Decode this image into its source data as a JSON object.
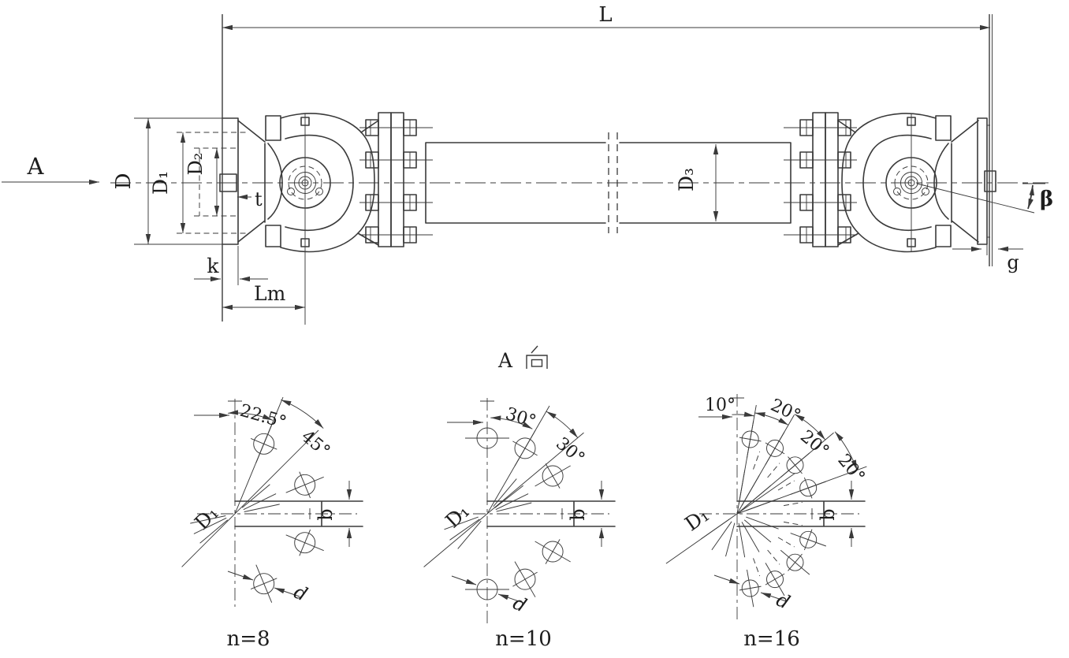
{
  "colors": {
    "ink": "#3a3a3a",
    "text": "#1d1d1d",
    "background": "#ffffff"
  },
  "main_view": {
    "view_arrow_label": "A",
    "dims": {
      "L": "L",
      "D": "D",
      "D1": "D₁",
      "D2": "D₂",
      "D3": "D₃",
      "t": "t",
      "k": "k",
      "Lm": "Lm",
      "beta": "β",
      "g": "g"
    }
  },
  "direction_view": {
    "letter": "A",
    "word": "向"
  },
  "bolt_views": [
    {
      "label": "n=8",
      "D1": "D₁",
      "b": "b",
      "d": "d",
      "angles": [
        "22.5°",
        "45°"
      ]
    },
    {
      "label": "n=10",
      "D1": "D₁",
      "b": "b",
      "d": "d",
      "angles": [
        "30°",
        "30°"
      ]
    },
    {
      "label": "n=16",
      "D1": "D₁",
      "b": "b",
      "d": "d",
      "angles": [
        "10°",
        "20°",
        "20°",
        "20°"
      ]
    }
  ]
}
